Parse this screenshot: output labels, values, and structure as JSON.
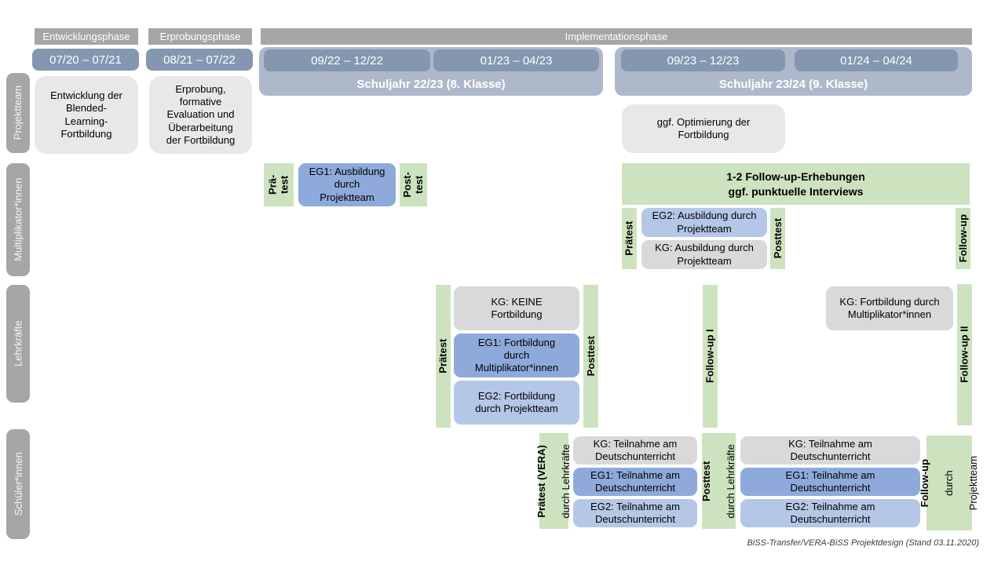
{
  "accent_colors": {
    "phase_gray": "#A6A6A6",
    "date_blue": "#8496B0",
    "schuljahr_blue": "#ADB9CA",
    "box_gray": "#E9E8E8",
    "kg_gray": "#D9D9D9",
    "eg1_blue": "#8EAADB",
    "eg2_blue": "#B4C7E7",
    "green": "#CDE3C0"
  },
  "header": {
    "phases": {
      "entwicklung": "Entwicklungsphase",
      "erprobung": "Erprobungsphase",
      "implementation": "Implementationsphase"
    },
    "dates": {
      "d1": "07/20 – 07/21",
      "d2": "08/21 – 07/22",
      "d3": "09/22 – 12/22",
      "d4": "01/23 – 04/23",
      "d5": "09/23 – 12/23",
      "d6": "01/24 – 04/24"
    },
    "schuljahr1": "Schuljahr 22/23 (8. Klasse)",
    "schuljahr2": "Schuljahr 23/24 (9. Klasse)"
  },
  "row_labels": {
    "projektteam": "Projektteam",
    "multiplikatoren": "Multiplikator*innen",
    "lehrkraefte": "Lehrkräfte",
    "schueler": "Schüler*innen"
  },
  "projektteam": {
    "box1": "Entwicklung der\nBlended-\nLearning-\nFortbildung",
    "box2": "Erprobung,\nformative\nEvaluation und\nÜberarbeitung\nder Fortbildung",
    "box3": "ggf. Optimierung der\nFortbildung"
  },
  "multiplikatoren": {
    "praetest1": "Prä-\ntest",
    "eg1": "EG1: Ausbildung\ndurch\nProjektteam",
    "posttest1": "Post-\ntest",
    "followup_band": "1-2 Follow-up-Erhebungen\nggf. punktuelle Interviews",
    "praetest2": "Prätest",
    "eg2": "EG2: Ausbildung durch\nProjektteam",
    "kg": "KG: Ausbildung durch\nProjektteam",
    "posttest2": "Posttest",
    "followup": "Follow-up"
  },
  "lehrkraefte": {
    "praetest": "Prätest",
    "kg": "KG: KEINE\nFortbildung",
    "eg1": "EG1: Fortbildung\ndurch\nMultiplikator*innen",
    "eg2": "EG2: Fortbildung\ndurch Projektteam",
    "posttest": "Posttest",
    "followup1": "Follow-up I",
    "kg2": "KG: Fortbildung durch\nMultiplikator*innen",
    "followup2": "Follow-up II"
  },
  "schueler": {
    "praetest_title": "Prätest (VERA)",
    "praetest_sub": "durch Lehrkräfte",
    "kg1": "KG: Teilnahme am\nDeutschunterricht",
    "eg1a": "EG1: Teilnahme am\nDeutschunterricht",
    "eg2a": "EG2: Teilnahme am\nDeutschunterricht",
    "posttest_title": "Posttest",
    "posttest_sub": "durch Lehrkräfte",
    "kg2": "KG: Teilnahme am\nDeutschunterricht",
    "eg1b": "EG1: Teilnahme am\nDeutschunterricht",
    "eg2b": "EG2: Teilnahme am\nDeutschunterricht",
    "followup_title": "Follow-up",
    "followup_sub1": "durch",
    "followup_sub2": "Projektteam"
  },
  "footer": {
    "caption": "BiSS-Transfer/VERA-BiSS Projektdesign (Stand 03.11.2020)"
  }
}
